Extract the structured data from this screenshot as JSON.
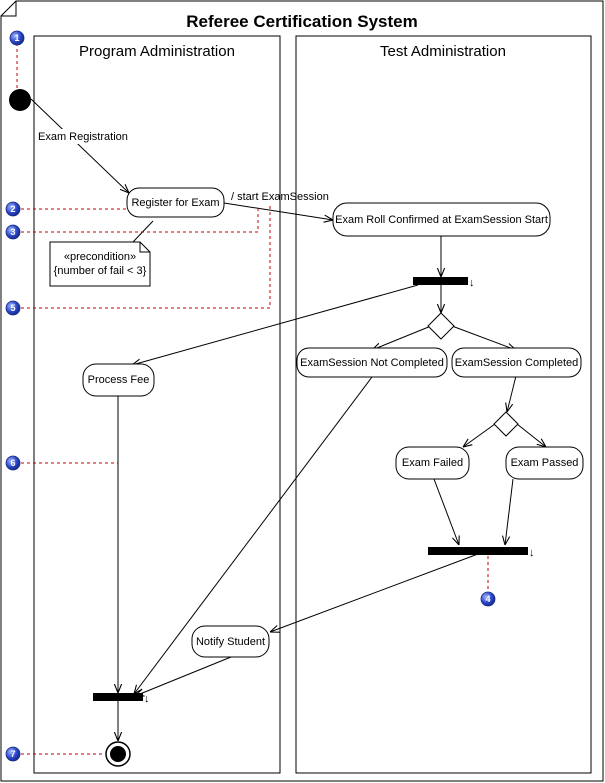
{
  "title": "Referee Certification System",
  "lanes": [
    "Program Administration",
    "Test Administration"
  ],
  "nodes": {
    "register": "Register for Exam",
    "exam_roll": "Exam Roll Confirmed at ExamSession Start",
    "process_fee": "Process Fee",
    "not_completed": "ExamSession Not Completed",
    "completed": "ExamSession Completed",
    "failed": "Exam Failed",
    "passed": "Exam Passed",
    "notify": "Notify Student"
  },
  "labels": {
    "exam_registration": "Exam Registration",
    "start_session": "/ start ExamSession"
  },
  "note": {
    "stereotype": "«precondition»",
    "condition": "{number of fail < 3}"
  },
  "markers": [
    "1",
    "2",
    "3",
    "4",
    "5",
    "6",
    "7"
  ],
  "colors": {
    "marker_fill": "#2a47c8",
    "callout_line": "#c00000",
    "bar": "#000000"
  }
}
